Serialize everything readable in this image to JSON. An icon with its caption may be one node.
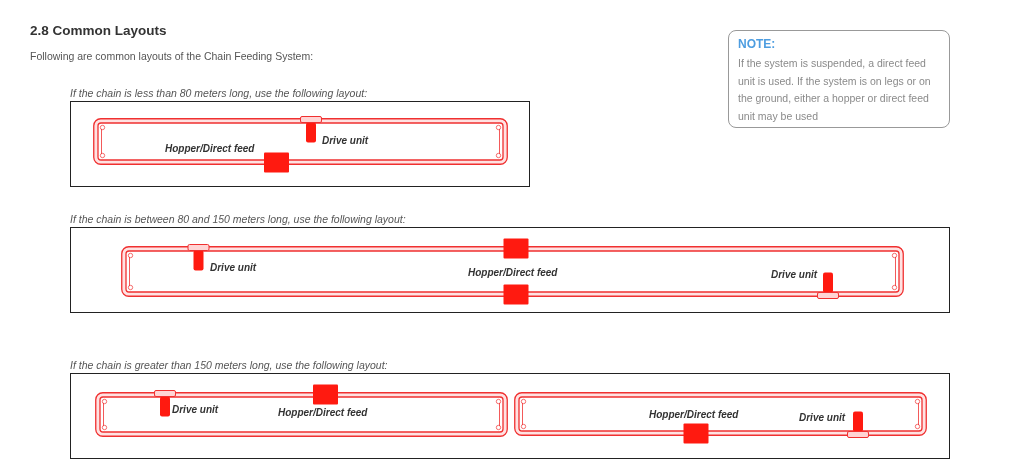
{
  "diagram": {
    "title": "2.8 Common Layouts",
    "nodes": [
      {
        "text": [
          "NOTE:",
          "If the system is suspended, a direct feed unit is used. If the system is on legs or on the ground, either a hopper or direct feed unit may be used"
        ]
      },
      {
        "text": [
          "If the chain is less than 80 meters long, use the following layout:"
        ]
      },
      {
        "text": [
          "If the chain is between 80 and 150 meters long, use the following layout:"
        ]
      },
      {
        "text": [
          "If the chain is greater than 150 meters long, use the following layout:"
        ]
      }
    ],
    "labels": [
      "Following are common layouts of the Chain Feeding System:",
      "Hopper/Direct feed",
      "Drive unit",
      "Drive unit",
      "Hopper/Direct feed",
      "Drive unit",
      "Drive unit",
      "Hopper/Direct feed",
      "Hopper/Direct feed",
      "Drive unit"
    ]
  }
}
